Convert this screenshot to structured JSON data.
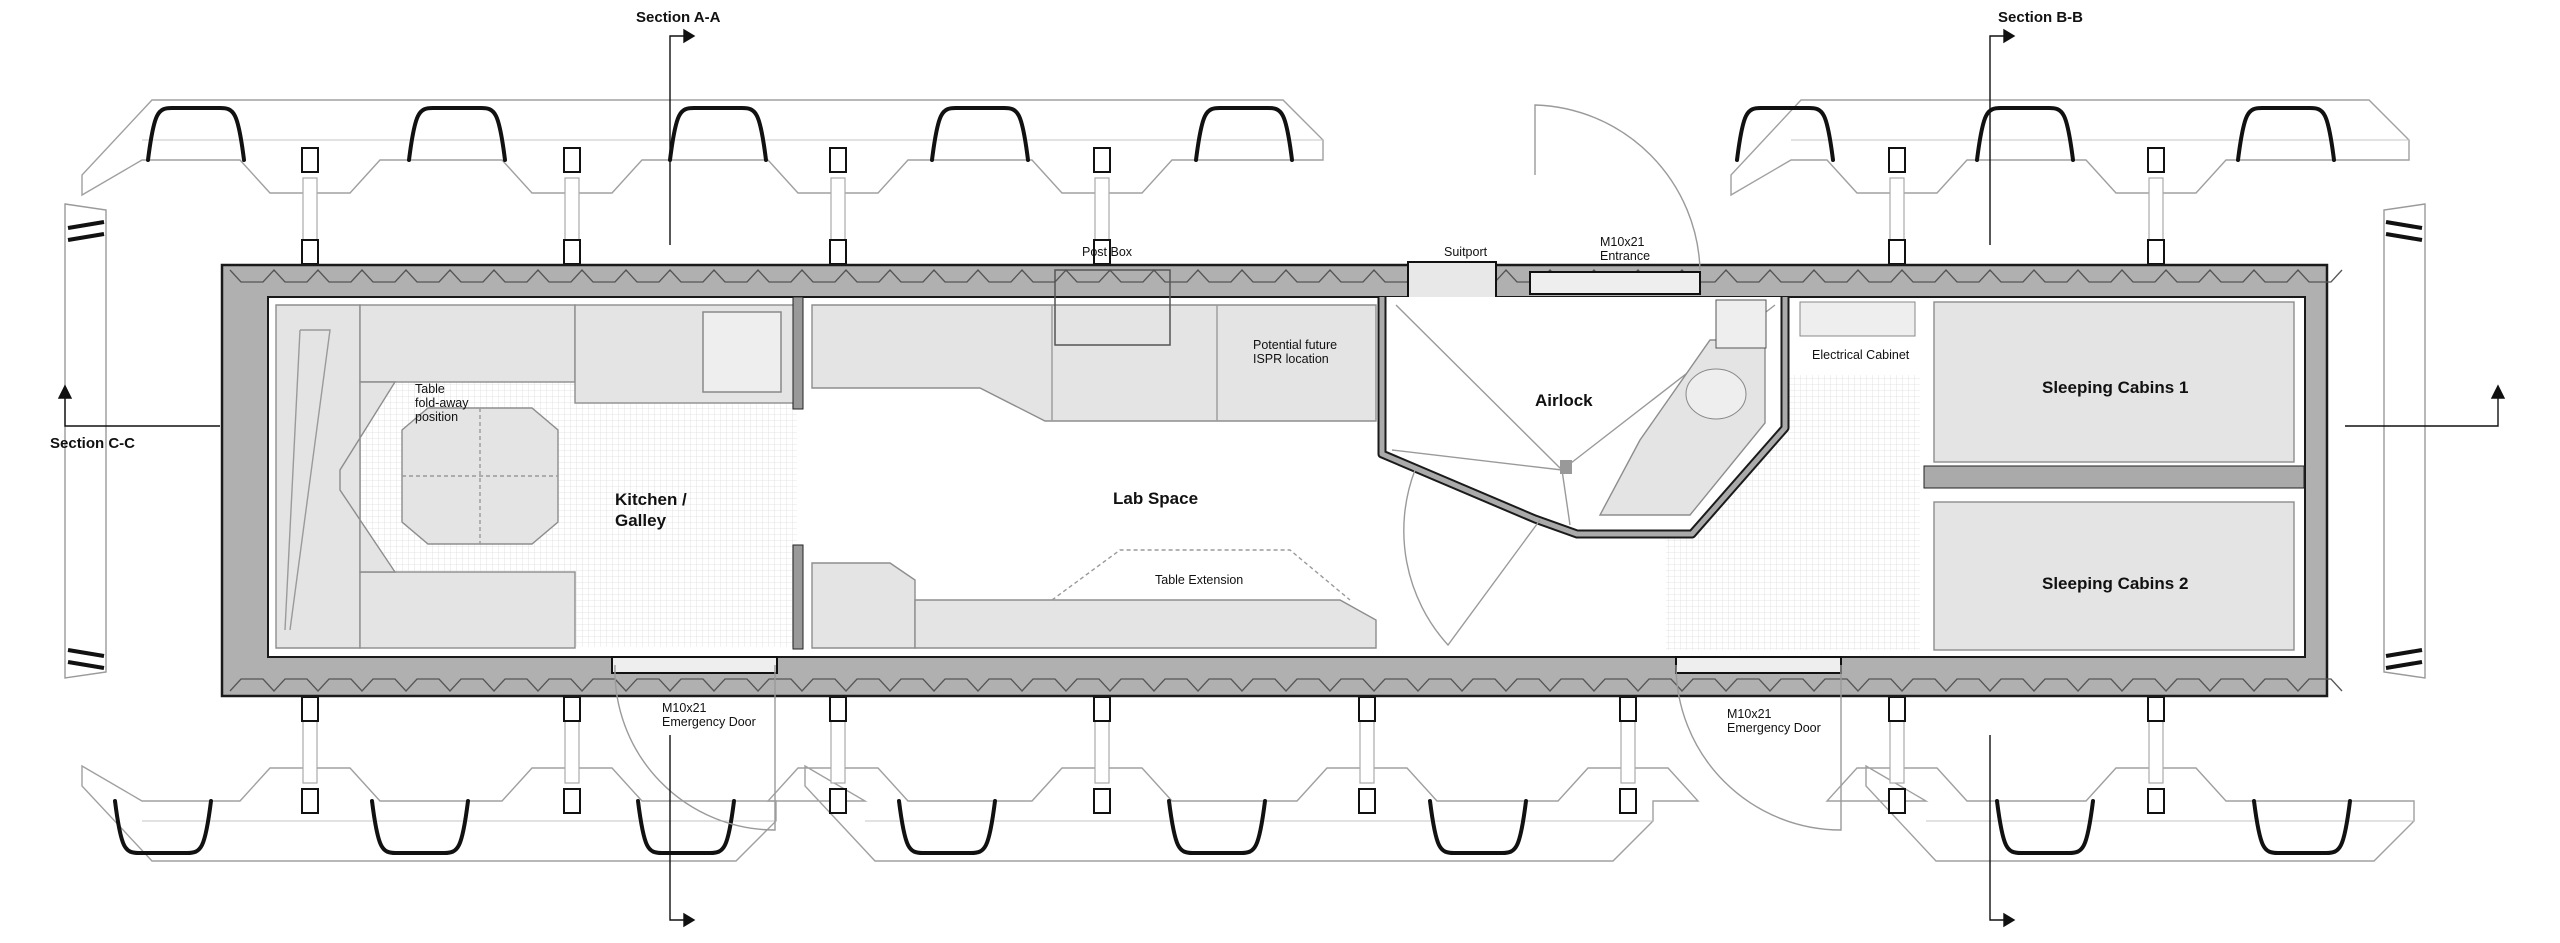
{
  "sections": {
    "a": "Section A-A",
    "b": "Section B-B",
    "c": "Section C-C"
  },
  "rooms": {
    "kitchen": [
      "Kitchen /",
      "Galley"
    ],
    "lab": "Lab Space",
    "airlock": "Airlock",
    "cabin1": "Sleeping Cabins 1",
    "cabin2": "Sleeping Cabins 2"
  },
  "annotations": {
    "table_fold": [
      "Table",
      "fold-away",
      "position"
    ],
    "post_box": "Post Box",
    "suitport": "Suitport",
    "entrance": [
      "M10x21",
      "Entrance"
    ],
    "ispr": [
      "Potential future",
      "ISPR location"
    ],
    "electrical": "Electrical Cabinet",
    "table_ext": "Table Extension",
    "emergency_left": [
      "M10x21",
      "Emergency Door"
    ],
    "emergency_right": [
      "M10x21",
      "Emergency Door"
    ]
  },
  "colors": {
    "wall": "#b0b0b0",
    "furniture": "#e4e4e4",
    "line": "#111111"
  }
}
